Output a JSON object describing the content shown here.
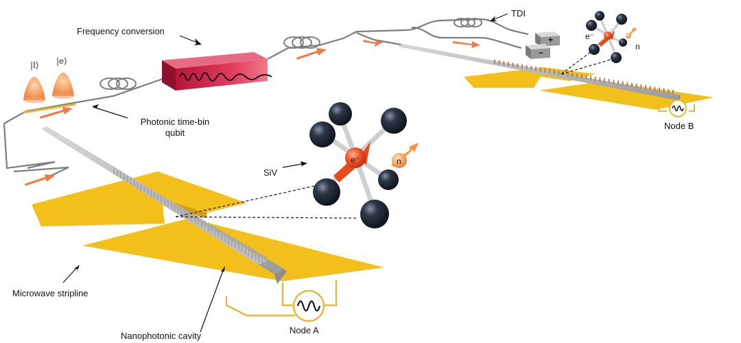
{
  "labels": {
    "frequency_conversion": "Frequency conversion",
    "tdi": "TDI",
    "photonic_time_bin_line1": "Photonic time-bin",
    "photonic_time_bin_line2": "qubit",
    "siv": "SiV",
    "microwave_stripline": "Microwave stripline",
    "nanophotonic_cavity": "Nanophotonic cavity",
    "node_a": "Node A",
    "node_b": "Node B"
  },
  "kets": {
    "late": "|l⟩",
    "early": "|e⟩"
  },
  "symbols": {
    "electron_large": "e⁻",
    "nucleus_large": "n",
    "electron_small": "e⁻",
    "nucleus_small": "n",
    "detector_plus": "+",
    "detector_minus": "−"
  },
  "colors": {
    "gold_pad": "#f3bf1a",
    "fiber": "#7d7d7d",
    "arrow": "#ef7a45",
    "carbon": "#1f2838",
    "electron": "#ea4a1f",
    "nucleus": "#f3a86a",
    "converter": "#d6204a"
  },
  "icons": [
    "microwave-source-icon",
    "fiber-loop-icon",
    "detector-icon",
    "arrow-icon"
  ]
}
